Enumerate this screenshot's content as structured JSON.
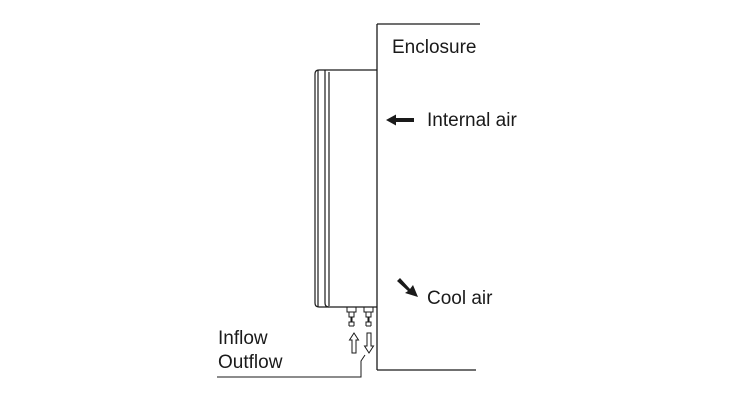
{
  "labels": {
    "enclosure": "Enclosure",
    "internal_air": "Internal air",
    "cool_air": "Cool air",
    "inflow": "Inflow",
    "outflow": "Outflow"
  },
  "colors": {
    "line": "#1a1a1a",
    "background": "#ffffff"
  }
}
